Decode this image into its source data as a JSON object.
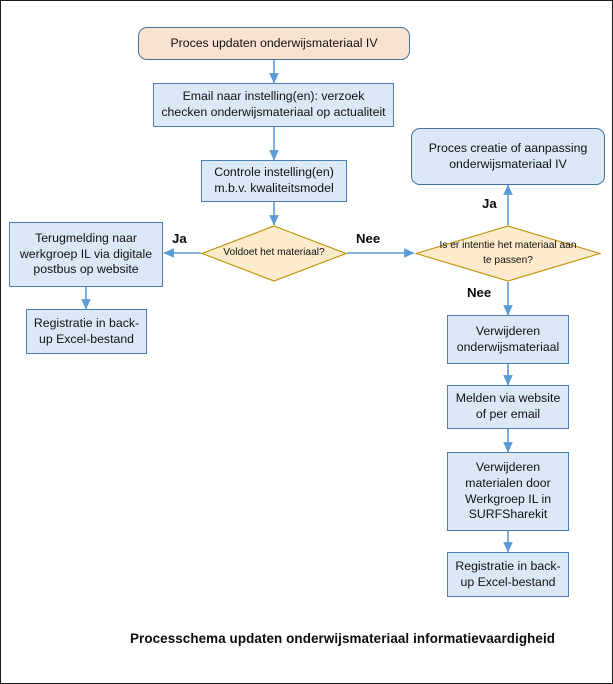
{
  "diagram": {
    "caption": "Processchema updaten onderwijsmateriaal informatievaardigheid",
    "colors": {
      "box_fill": "#dbe9f7",
      "box_border": "#4a7eb5",
      "terminator_fill": "#fae2d2",
      "terminator_border": "#41719c",
      "decision_fill": "#fbeacb",
      "decision_border": "#bf9000",
      "connector": "#5b9bd5",
      "text": "#101010"
    },
    "nodes": {
      "start": {
        "label": "Proces updaten onderwijsmateriaal IV",
        "shape": "terminator"
      },
      "email": {
        "label": "Email naar instelling(en): verzoek checken onderwijsmateriaal op actualiteit",
        "shape": "process"
      },
      "controle": {
        "label": "Controle instelling(en) m.b.v. kwaliteitsmodel",
        "shape": "process"
      },
      "decision_voldoet": {
        "label": "Voldoet het materiaal?",
        "shape": "decision"
      },
      "terugmelding": {
        "label": "Terugmelding naar werkgroep IL via digitale postbus op website",
        "shape": "process"
      },
      "registratie_left": {
        "label": "Registratie in back-up Excel-bestand",
        "shape": "process"
      },
      "decision_intentie": {
        "label": "Is er intentie het materiaal aan te passen?",
        "shape": "decision"
      },
      "proces_creatie": {
        "label": "Proces creatie of aanpassing onderwijsmateriaal IV",
        "shape": "terminator"
      },
      "verwijderen": {
        "label": "Verwijderen onderwijsmateriaal",
        "shape": "process"
      },
      "melden": {
        "label": "Melden via website of per email",
        "shape": "process"
      },
      "verwijderen_surf": {
        "label": "Verwijderen materialen door Werkgroep IL in SURFSharekit",
        "shape": "process"
      },
      "registratie_right": {
        "label": "Registratie in back-up Excel-bestand",
        "shape": "process"
      }
    },
    "edge_labels": {
      "ja_left": "Ja",
      "nee_middle": "Nee",
      "ja_right": "Ja",
      "nee_right": "Nee"
    }
  }
}
